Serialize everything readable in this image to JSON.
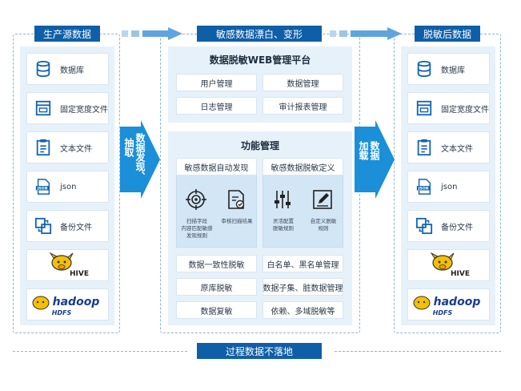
{
  "titles": {
    "source": "生产源数据",
    "middle": "敏感数据漂白、变形",
    "target": "脱敏后数据",
    "bottom": "过程数据不落地"
  },
  "source_items": [
    {
      "label": "数据库",
      "icon": "database-icon"
    },
    {
      "label": "固定宽度文件",
      "icon": "fixed-width-file-icon"
    },
    {
      "label": "文本文件",
      "icon": "text-file-icon"
    },
    {
      "label": "json",
      "icon": "json-file-icon"
    },
    {
      "label": "备份文件",
      "icon": "backup-file-icon"
    }
  ],
  "target_items": [
    {
      "label": "数据库",
      "icon": "database-icon"
    },
    {
      "label": "固定宽度文件",
      "icon": "fixed-width-file-icon"
    },
    {
      "label": "文本文件",
      "icon": "text-file-icon"
    },
    {
      "label": "json",
      "icon": "json-file-icon"
    },
    {
      "label": "备份文件",
      "icon": "backup-file-icon"
    }
  ],
  "logos": {
    "hive": "HIVE",
    "hadoop": "hadoop",
    "hdfs": "HDFS"
  },
  "json_badge": "JSON",
  "web_platform": {
    "title": "数据脱敏WEB管理平台",
    "buttons": [
      "用户管理",
      "数据管理",
      "日志管理",
      "审计报表管理"
    ]
  },
  "function_mgmt": {
    "title": "功能管理",
    "auto_discovery": {
      "title": "敏感数据自动发现",
      "features": [
        {
          "text_lines": [
            "扫描字段",
            "内容匹配敏感",
            "发现规则"
          ],
          "icon": "target-scan-icon"
        },
        {
          "text_lines": [
            "审核扫描结果"
          ],
          "icon": "review-document-icon"
        }
      ]
    },
    "masking_def": {
      "title": "敏感数据脱敏定义",
      "features": [
        {
          "text_lines": [
            "灵活配置",
            "脱敏规则"
          ],
          "icon": "sliders-config-icon"
        },
        {
          "text_lines": [
            "自定义脱敏",
            "规则"
          ],
          "icon": "edit-rule-icon"
        }
      ]
    },
    "buttons": [
      "数据一致性脱敏",
      "白名单、黑名单管理",
      "原库脱敏",
      "数据子集、脏数据管理",
      "数据复敏",
      "依赖、多域脱敏等"
    ]
  },
  "arrows": {
    "extract": [
      "抽取",
      "数据发现、"
    ],
    "load": [
      "数据",
      "加载"
    ]
  },
  "colors": {
    "primary": "#0f5fa8",
    "arrow": "#1b8fd8",
    "panel": "#e6f1fa",
    "dash": "#8fb3d6"
  }
}
